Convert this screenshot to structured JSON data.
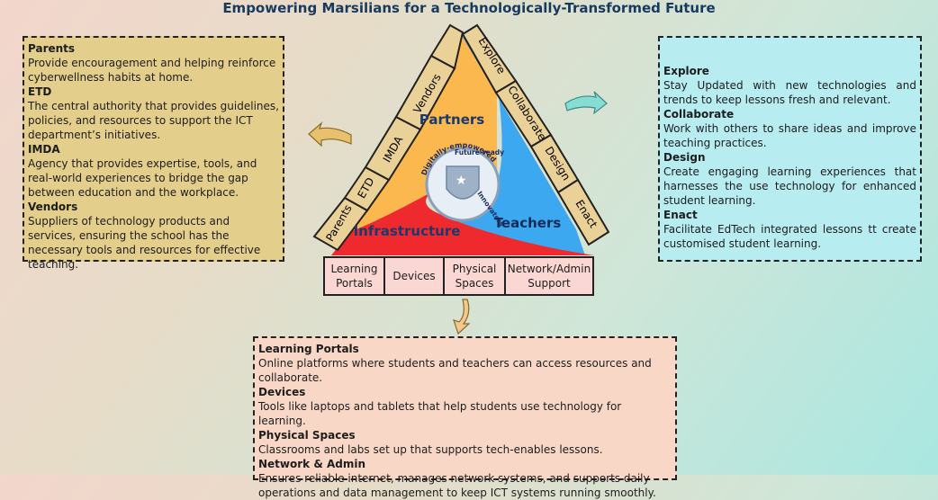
{
  "title": "Empowering Marsilians for a Technologically-Transformed Future",
  "triangle": {
    "partners": "Partners",
    "teachers": "Teachers",
    "infrastructure": "Infrastructure",
    "left_side": [
      "Parents",
      "ETD",
      "IMDA",
      "Vendors"
    ],
    "right_side": [
      "Explore",
      "Collaborate",
      "Design",
      "Enact"
    ],
    "bottom": [
      "Learning Portals",
      "Devices",
      "Physical Spaces",
      "Network/Admin Support"
    ],
    "emblem_top": "Future-ready",
    "emblem_left": "Digitally-empowered",
    "emblem_right": "Innovators"
  },
  "left_box": [
    {
      "heading": "Parents",
      "text": "Provide encouragement and helping reinforce cyberwellness habits at home."
    },
    {
      "heading": "ETD",
      "text": "The central authority that provides guidelines, policies, and resources to support the ICT department’s initiatives."
    },
    {
      "heading": "IMDA",
      "text": "Agency that provides expertise, tools, and real-world experiences to bridge the gap between education and the workplace."
    },
    {
      "heading": "Vendors",
      "text": "Suppliers of technology products and services, ensuring the school has the necessary tools and resources for effective teaching."
    }
  ],
  "right_box": [
    {
      "heading": "Explore",
      "text": "Stay Updated with new technologies and trends to keep lessons fresh and relevant."
    },
    {
      "heading": "Collaborate",
      "text": "Work with others to share ideas and improve teaching practices."
    },
    {
      "heading": "Design",
      "text": "Create engaging learning experiences that harnesses the use technology for enhanced student learning."
    },
    {
      "heading": "Enact",
      "text": "Facilitate EdTech integrated lessons tt create customised student learning."
    }
  ],
  "bottom_box": [
    {
      "heading": "Learning Portals",
      "text": "Online platforms where students and teachers can access resources and collaborate."
    },
    {
      "heading": "Devices",
      "text": "Tools like laptops and tablets that help students use technology for learning."
    },
    {
      "heading": "Physical Spaces",
      "text": "Classrooms and labs set up that supports tech-enables lessons."
    },
    {
      "heading": "Network & Admin",
      "text": "Ensures reliable internet, manages network systems, and supports daily operations and data management to keep ICT systems running smoothly."
    }
  ],
  "colors": {
    "partners": "#fbb84f",
    "teachers": "#3ba8f0",
    "infrastructure": "#ee2a2f",
    "side_band": "#ead197",
    "left_box": "#e3cf8b",
    "right_box": "#b7ecf1",
    "bottom_box": "#f9d7c7",
    "title": "#173a5e"
  }
}
